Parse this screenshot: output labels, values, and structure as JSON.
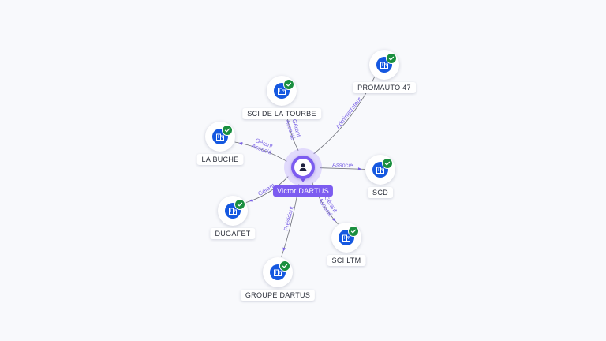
{
  "colors": {
    "background": "#f8f9fc",
    "person_accent": "#7c5cf0",
    "company_icon": "#1558e0",
    "verified_badge": "#1a8f3f",
    "edge_label": "#7a62e6"
  },
  "center": {
    "name": "Victor DARTUS",
    "icon": "person-icon"
  },
  "companies": [
    {
      "id": "promauto",
      "name": "PROMAUTO 47",
      "icon": "building-icon",
      "verified": true
    },
    {
      "id": "tourbe",
      "name": "SCI DE LA TOURBE",
      "icon": "building-icon",
      "verified": true
    },
    {
      "id": "buche",
      "name": "LA BUCHE",
      "icon": "building-icon",
      "verified": true
    },
    {
      "id": "scd",
      "name": "SCD",
      "icon": "building-icon",
      "verified": true
    },
    {
      "id": "dugafet",
      "name": "DUGAFET",
      "icon": "building-icon",
      "verified": true
    },
    {
      "id": "ltm",
      "name": "SCI LTM",
      "icon": "building-icon",
      "verified": true
    },
    {
      "id": "groupe",
      "name": "GROUPE DARTUS",
      "icon": "building-icon",
      "verified": true
    }
  ],
  "links": [
    {
      "to": "promauto",
      "roles": [
        "Administrateur"
      ]
    },
    {
      "to": "tourbe",
      "roles": [
        "Gérant",
        "Associé"
      ]
    },
    {
      "to": "buche",
      "roles": [
        "Gérant",
        "Associé"
      ]
    },
    {
      "to": "scd",
      "roles": [
        "Associé"
      ]
    },
    {
      "to": "dugafet",
      "roles": [
        "Gérant"
      ]
    },
    {
      "to": "ltm",
      "roles": [
        "Gérant",
        "Associé"
      ]
    },
    {
      "to": "groupe",
      "roles": [
        "Président"
      ]
    }
  ]
}
